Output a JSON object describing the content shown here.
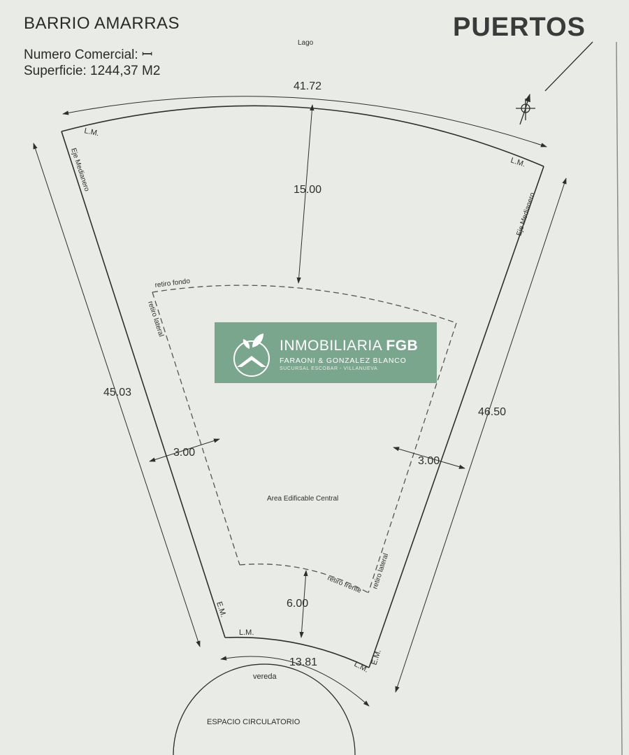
{
  "header": {
    "title": "BARRIO AMARRAS",
    "numero_comercial": "Numero Comercial: ꟷ",
    "superficie": "Superficie: 1244,37 M2",
    "brand": "PUERTOS"
  },
  "plan": {
    "lago": "Lago",
    "dim_back": "41.72",
    "dim_depth": "15.00",
    "dim_left": "45.03",
    "dim_right": "46.50",
    "dim_setback_left": "3.00",
    "dim_setback_right": "3.00",
    "dim_front_setback": "6.00",
    "dim_front": "13.81",
    "lm_top_left": "L.M.",
    "lm_top_right": "L.M.",
    "lm_bottom_left": "L.M.",
    "lm_bottom_right": "L.M.",
    "em_left": "E.M.",
    "em_right": "E.M.",
    "eje_left": "Eje Medianero",
    "eje_right": "Eje Medianero",
    "retiro_fondo": "retiro fondo",
    "retiro_lateral_left": "retiro lateral",
    "retiro_lateral_right": "retiro lateral",
    "retiro_frente": "retiro frente",
    "area": "Area Edificable Central",
    "vereda": "vereda",
    "espacio": "ESPACIO CIRCULATORIO"
  },
  "watermark": {
    "name_prefix": "INMOBILIARIA ",
    "name_bold": "FGB",
    "subtitle": "FARAONI & GONZALEZ BLANCO",
    "location": "SUCURSAL ESCOBAR - VILLANUEVA"
  },
  "colors": {
    "paper": "#e9ebe6",
    "ink": "#2e2e2e",
    "watermark": "#70a087"
  }
}
